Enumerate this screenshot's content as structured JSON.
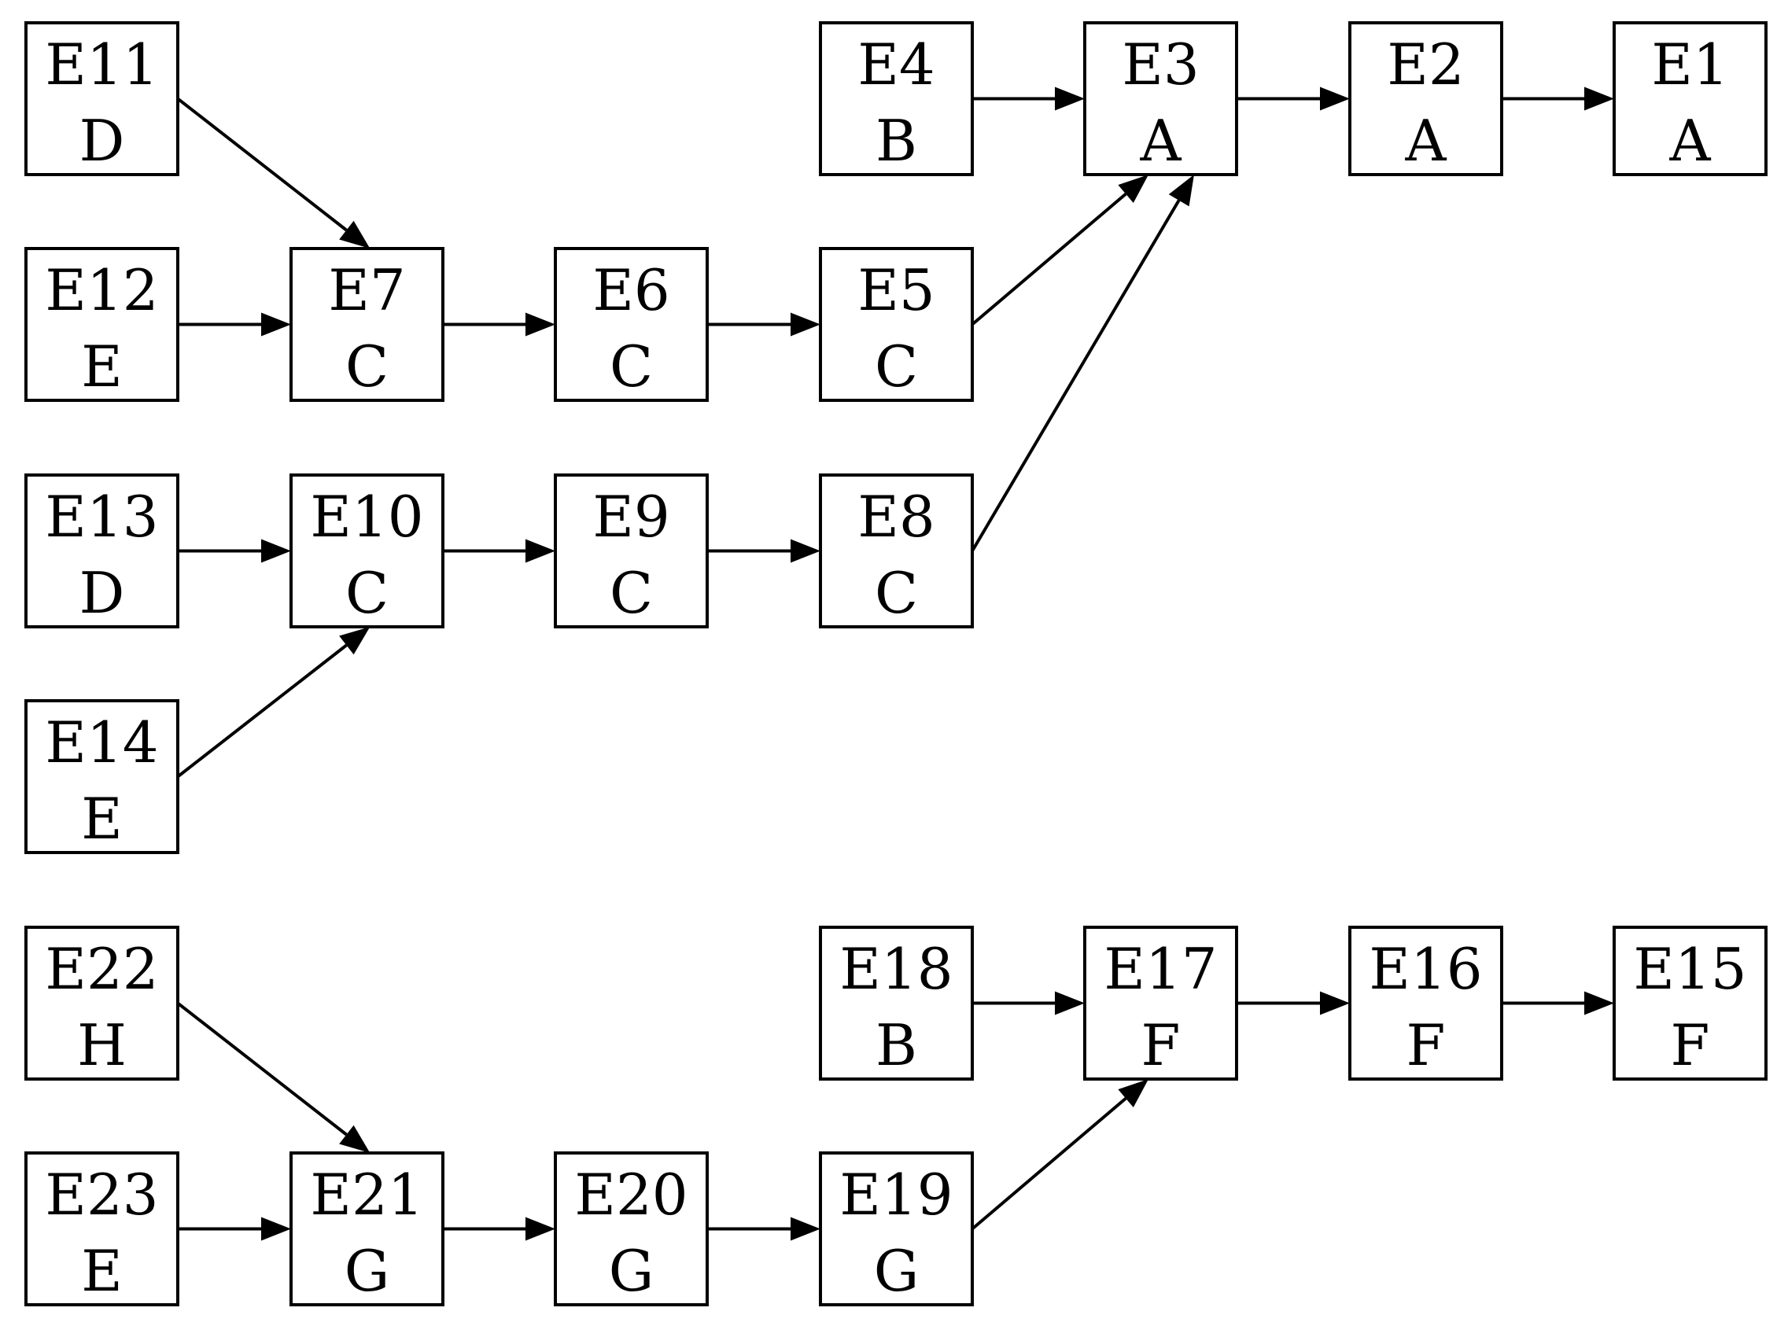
{
  "nodes": [
    {
      "id": "E1",
      "type": "A"
    },
    {
      "id": "E2",
      "type": "A"
    },
    {
      "id": "E3",
      "type": "A"
    },
    {
      "id": "E4",
      "type": "B"
    },
    {
      "id": "E5",
      "type": "C"
    },
    {
      "id": "E6",
      "type": "C"
    },
    {
      "id": "E7",
      "type": "C"
    },
    {
      "id": "E8",
      "type": "C"
    },
    {
      "id": "E9",
      "type": "C"
    },
    {
      "id": "E10",
      "type": "C"
    },
    {
      "id": "E11",
      "type": "D"
    },
    {
      "id": "E12",
      "type": "E"
    },
    {
      "id": "E13",
      "type": "D"
    },
    {
      "id": "E14",
      "type": "E"
    },
    {
      "id": "E15",
      "type": "F"
    },
    {
      "id": "E16",
      "type": "F"
    },
    {
      "id": "E17",
      "type": "F"
    },
    {
      "id": "E18",
      "type": "B"
    },
    {
      "id": "E19",
      "type": "G"
    },
    {
      "id": "E20",
      "type": "G"
    },
    {
      "id": "E21",
      "type": "G"
    },
    {
      "id": "E22",
      "type": "H"
    },
    {
      "id": "E23",
      "type": "E"
    }
  ],
  "edges": [
    {
      "from": "E4",
      "to": "E3"
    },
    {
      "from": "E3",
      "to": "E2"
    },
    {
      "from": "E2",
      "to": "E1"
    },
    {
      "from": "E11",
      "to": "E7"
    },
    {
      "from": "E12",
      "to": "E7"
    },
    {
      "from": "E7",
      "to": "E6"
    },
    {
      "from": "E6",
      "to": "E5"
    },
    {
      "from": "E5",
      "to": "E3"
    },
    {
      "from": "E13",
      "to": "E10"
    },
    {
      "from": "E14",
      "to": "E10"
    },
    {
      "from": "E10",
      "to": "E9"
    },
    {
      "from": "E9",
      "to": "E8"
    },
    {
      "from": "E8",
      "to": "E3"
    },
    {
      "from": "E18",
      "to": "E17"
    },
    {
      "from": "E17",
      "to": "E16"
    },
    {
      "from": "E16",
      "to": "E15"
    },
    {
      "from": "E22",
      "to": "E21"
    },
    {
      "from": "E23",
      "to": "E21"
    },
    {
      "from": "E21",
      "to": "E20"
    },
    {
      "from": "E20",
      "to": "E19"
    },
    {
      "from": "E19",
      "to": "E17"
    }
  ]
}
